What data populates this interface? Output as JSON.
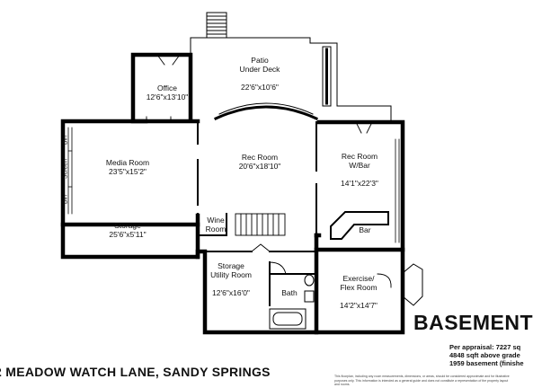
{
  "rooms": [
    {
      "id": "office",
      "name": "Office",
      "dims": "12'6\"x13'10\""
    },
    {
      "id": "patio",
      "name": "Patio\nUnder Deck",
      "dims": "22'6\"x10'6\""
    },
    {
      "id": "media",
      "name": "Media Room",
      "dims": "23'5\"x15'2\""
    },
    {
      "id": "rec",
      "name": "Rec Room",
      "dims": "20'6\"x18'10\""
    },
    {
      "id": "recbar",
      "name": "Rec Room\nW/Bar",
      "dims": "14'1\"x22'3\""
    },
    {
      "id": "storage",
      "name": "Storage",
      "dims": "25'6\"x5'11\""
    },
    {
      "id": "wine",
      "name": "Wine\nRoom",
      "dims": ""
    },
    {
      "id": "bar",
      "name": "Bar",
      "dims": ""
    },
    {
      "id": "utility",
      "name": "Storage\nUtility Room",
      "dims": "12'6\"x16'0\""
    },
    {
      "id": "bath",
      "name": "Bath",
      "dims": ""
    },
    {
      "id": "exercise",
      "name": "Exercise/\nFlex Room",
      "dims": "14'2\"x14'7\""
    }
  ],
  "media_side_labels": [
    "Bin",
    "Screen",
    "Bin"
  ],
  "floor_title": "BASEMENT",
  "appraisal": {
    "line1": "Per appraisal: 7227 sq",
    "line2": "4848 sqft above grade",
    "line3": "1959 basement (finishe"
  },
  "address": "2 MEADOW WATCH LANE, SANDY SPRINGS",
  "disclaimer": "This floorplan, including any room measurements, dimensions, or areas, should be considered approximate and for illustrative purposes only. This information is intended as a general guide and does not constitute a representation of the property layout and rooms."
}
